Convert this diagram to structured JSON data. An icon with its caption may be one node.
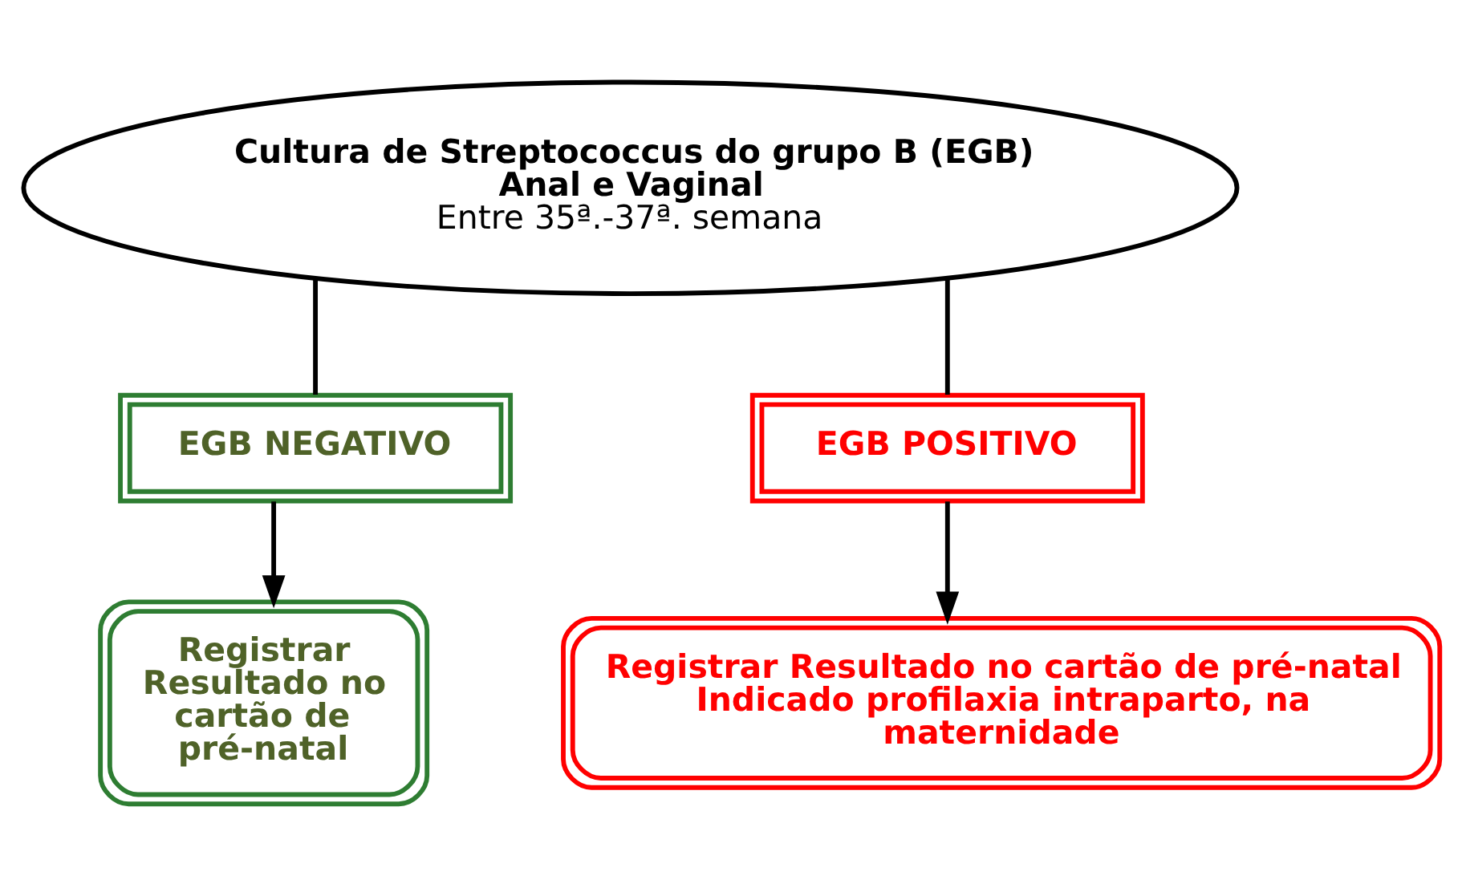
{
  "diagram": {
    "nodes": [
      {
        "text": [
          "Cultura de Streptococcus do grupo B (EGB) Anal e Vaginal",
          "Entre 35ª.-37ª. semana"
        ]
      },
      {
        "text": [
          "EGB NEGATIVO"
        ]
      },
      {
        "text": [
          "EGB POSITIVO"
        ]
      },
      {
        "text": [
          "Registrar Resultado no cartão de pré-natal"
        ]
      },
      {
        "text": [
          "Registrar Resultado no cartão de pré-natal",
          "Indicado profilaxia intraparto, na maternidade"
        ]
      }
    ],
    "edges": [
      {
        "from": 0,
        "to": 1,
        "arrow": "none"
      },
      {
        "from": 0,
        "to": 2,
        "arrow": "none"
      },
      {
        "from": 1,
        "to": 3,
        "arrow": "to"
      },
      {
        "from": 2,
        "to": 4,
        "arrow": "to"
      }
    ]
  }
}
